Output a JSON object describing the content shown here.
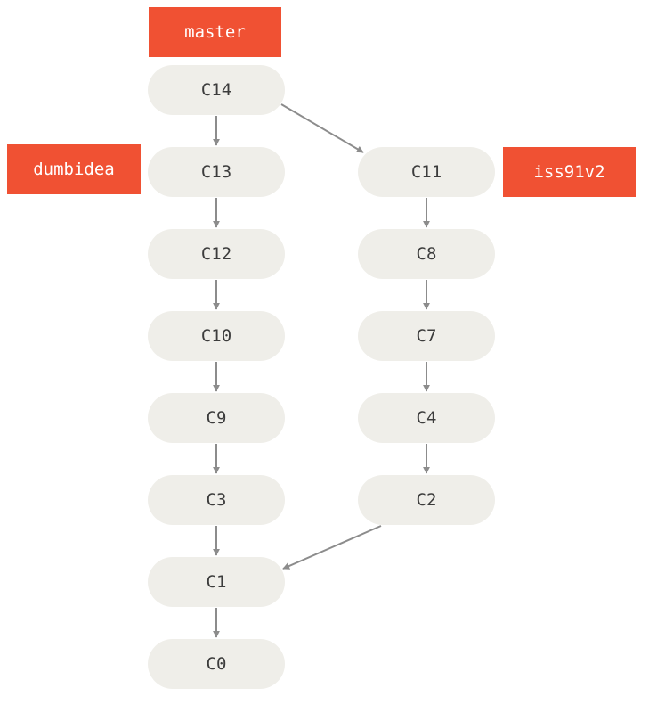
{
  "branches": {
    "master": "master",
    "dumbidea": "dumbidea",
    "iss91v2": "iss91v2"
  },
  "commits": {
    "c14": "C14",
    "c13": "C13",
    "c12": "C12",
    "c10": "C10",
    "c9": "C9",
    "c3": "C3",
    "c1": "C1",
    "c0": "C0",
    "c11": "C11",
    "c8": "C8",
    "c7": "C7",
    "c4": "C4",
    "c2": "C2"
  },
  "edges": [
    [
      "C14",
      "C13"
    ],
    [
      "C14",
      "C11"
    ],
    [
      "C13",
      "C12"
    ],
    [
      "C12",
      "C10"
    ],
    [
      "C10",
      "C9"
    ],
    [
      "C9",
      "C3"
    ],
    [
      "C3",
      "C1"
    ],
    [
      "C1",
      "C0"
    ],
    [
      "C11",
      "C8"
    ],
    [
      "C8",
      "C7"
    ],
    [
      "C7",
      "C4"
    ],
    [
      "C4",
      "C2"
    ],
    [
      "C2",
      "C1"
    ]
  ],
  "colors": {
    "branch_fill": "#f05133",
    "commit_fill": "#efeee9",
    "arrow": "#8c8c8c"
  }
}
